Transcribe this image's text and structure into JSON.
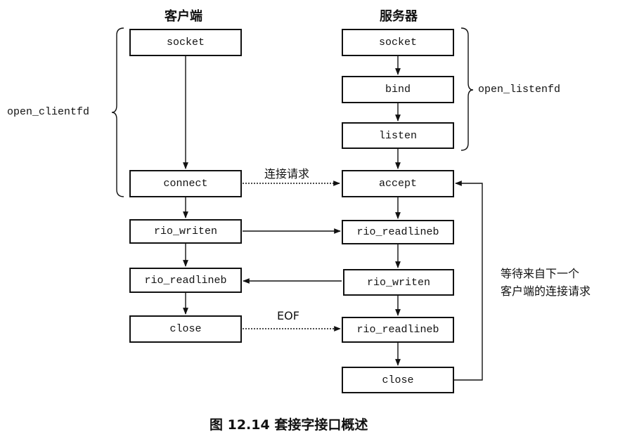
{
  "columns": {
    "client": "客户端",
    "server": "服务器"
  },
  "client": {
    "socket": "socket",
    "connect": "connect",
    "rio_writen": "rio_writen",
    "rio_readlineb": "rio_readlineb",
    "close": "close"
  },
  "server": {
    "socket": "socket",
    "bind": "bind",
    "listen": "listen",
    "accept": "accept",
    "rio_readlineb_1": "rio_readlineb",
    "rio_writen": "rio_writen",
    "rio_readlineb_2": "rio_readlineb",
    "close": "close"
  },
  "groups": {
    "client": "open_clientfd",
    "server": "open_listenfd"
  },
  "edges": {
    "connection_request": "连接请求",
    "eof": "EOF"
  },
  "loop_note": {
    "line1": "等待来自下一个",
    "line2": "客户端的连接请求"
  },
  "caption": "图 12.14   套接字接口概述"
}
